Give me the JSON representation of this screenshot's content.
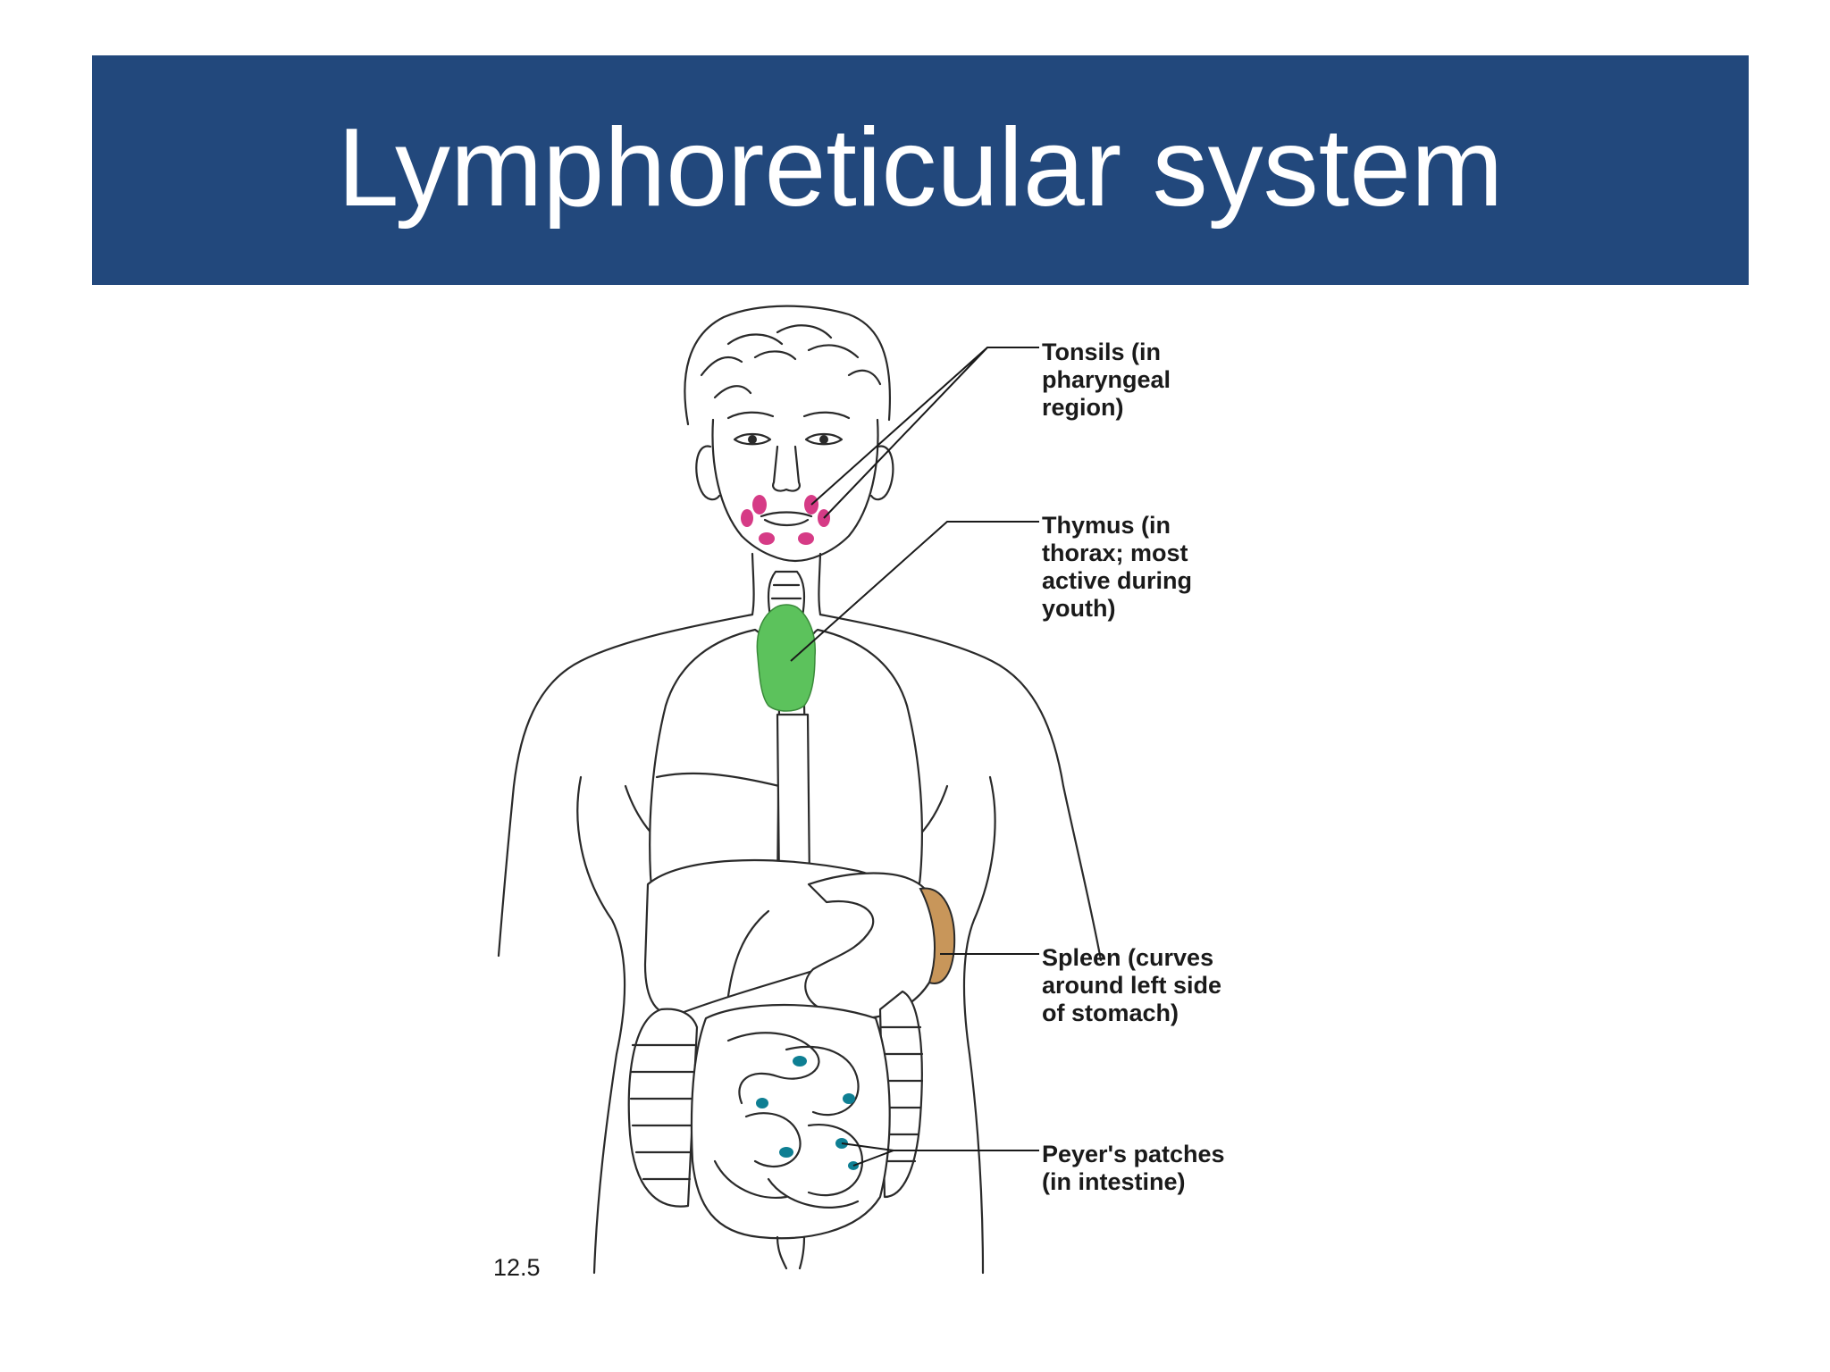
{
  "slide": {
    "title": "Lymphoreticular system",
    "figure_number": "12.5"
  },
  "labels": {
    "tonsils": [
      "Tonsils (in",
      "pharyngeal",
      "region)"
    ],
    "thymus": [
      "Thymus (in",
      "thorax; most",
      "active during",
      "youth)"
    ],
    "spleen": [
      "Spleen (curves",
      "around left side",
      "of stomach)"
    ],
    "peyers": [
      "Peyer's patches",
      "(in intestine)"
    ]
  },
  "colors": {
    "title_bar": "#22487c",
    "tonsils": "#d63b86",
    "thymus": "#5cc25c",
    "spleen": "#c8965a",
    "peyers_patches": "#0e7f93"
  }
}
